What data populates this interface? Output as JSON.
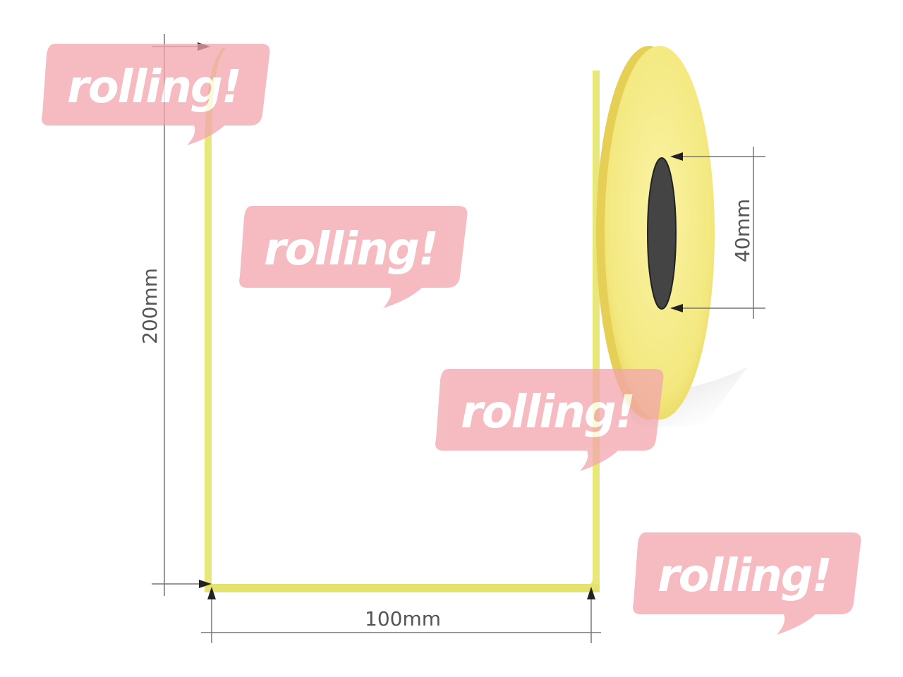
{
  "diagram": {
    "subject": "label-roll-dimensions",
    "dimensions": {
      "height_label": "200mm",
      "width_label": "100mm",
      "core_label": "40mm"
    },
    "colors": {
      "label_edge": "#e3e36e",
      "roll_face": "#f5ec8a",
      "core": "#444444",
      "dimension_line": "#777777",
      "watermark": "#f2a5ad"
    },
    "watermarks": [
      {
        "text": "rolling!"
      },
      {
        "text": "rolling!"
      },
      {
        "text": "rolling!"
      },
      {
        "text": "rolling!"
      }
    ]
  }
}
